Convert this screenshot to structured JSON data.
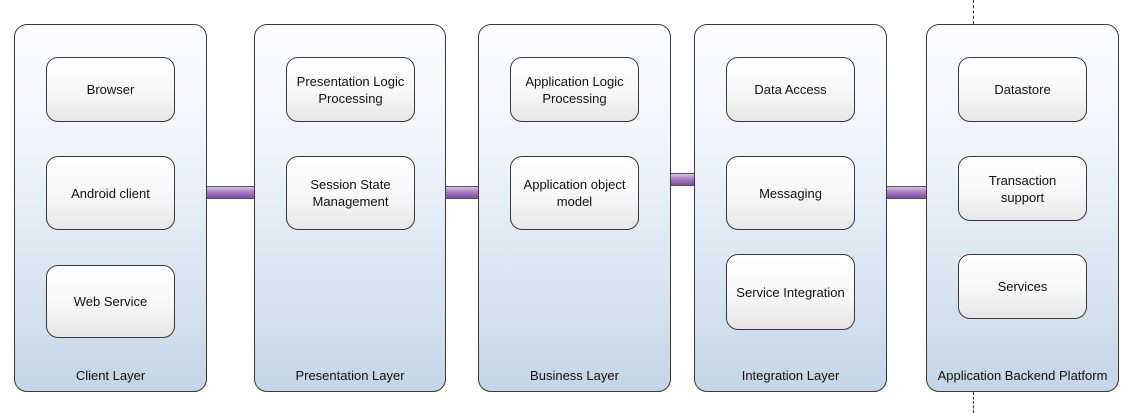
{
  "diagram": {
    "layers": [
      {
        "title": "Client Layer",
        "components": [
          "Browser",
          "Android client",
          "Web Service"
        ]
      },
      {
        "title": "Presentation Layer",
        "components": [
          "Presentation Logic\nProcessing",
          "Session State\nManagement"
        ]
      },
      {
        "title": "Business Layer",
        "components": [
          "Application Logic\nProcessing",
          "Application object\nmodel"
        ]
      },
      {
        "title": "Integration Layer",
        "components": [
          "Data Access",
          "Messaging",
          "Service Integration"
        ]
      },
      {
        "title": "Application Backend Platform",
        "components": [
          "Datastore",
          "Transaction\nsupport",
          "Services"
        ]
      }
    ],
    "colors": {
      "layer_gradient_top": "#fdfdfe",
      "layer_gradient_bottom": "#c3d5e7",
      "connector": "#a97dc6",
      "border": "#3a3a3a"
    }
  }
}
